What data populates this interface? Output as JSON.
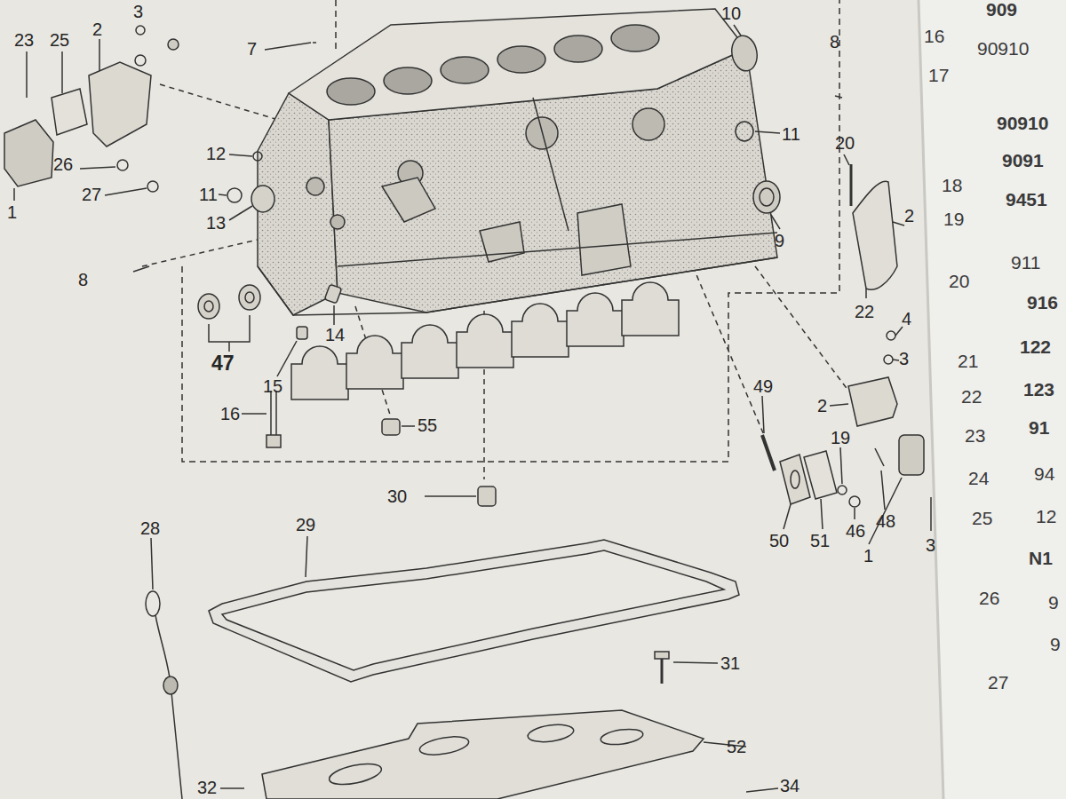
{
  "diagram": {
    "labels": [
      "23",
      "25",
      "2",
      "3",
      "7",
      "10",
      "8",
      "12",
      "11",
      "20",
      "26",
      "27",
      "11",
      "13",
      "9",
      "1",
      "8",
      "22",
      "47",
      "14",
      "15",
      "16",
      "55",
      "49",
      "2",
      "19",
      "48",
      "30",
      "50",
      "51",
      "46",
      "1",
      "3",
      "28",
      "29",
      "31",
      "52",
      "34",
      "32",
      "4",
      "3",
      "2",
      "909",
      "16",
      "90910",
      "17",
      "90910",
      "9091",
      "18",
      "9451",
      "19",
      "911",
      "20",
      "916",
      "21",
      "122",
      "22",
      "123",
      "23",
      "91",
      "24",
      "94",
      "25",
      "12",
      "N1",
      "26",
      "9",
      "9",
      "27"
    ]
  }
}
